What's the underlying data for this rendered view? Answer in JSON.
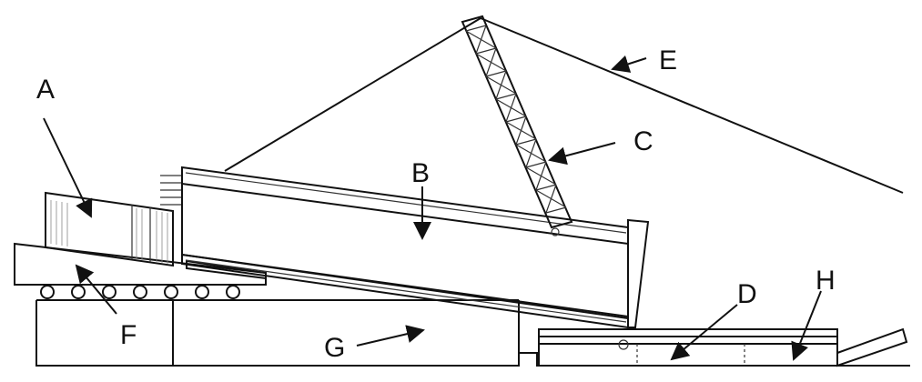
{
  "labels": {
    "a": "A",
    "b": "B",
    "c": "C",
    "d": "D",
    "e": "E",
    "f": "F",
    "g": "G",
    "h": "H"
  },
  "colors": {
    "stroke": "#111111",
    "background": "#ffffff"
  }
}
